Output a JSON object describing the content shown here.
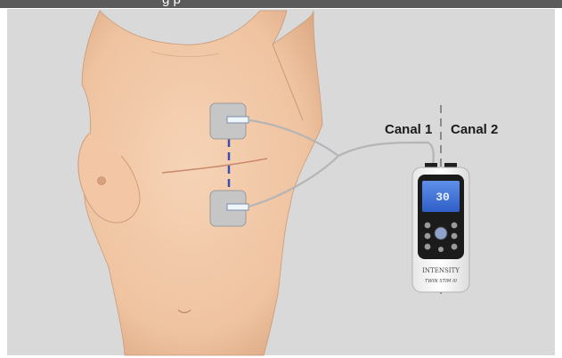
{
  "header": {
    "title_fragment": "g p"
  },
  "colors": {
    "header_bar": "#5b5b5b",
    "panel_background": "#d9d9d9",
    "skin": "#f1c7a4",
    "electrode_pad": "#c7c7c7",
    "electrode_link": "#3a4fb0",
    "lead_wire": "#b5b5b5",
    "device_screen": "#3a6fd8"
  },
  "labels": {
    "channel_1": "Canal 1",
    "channel_2": "Canal 2"
  },
  "device": {
    "display_reading": "30",
    "brand": "INTENSITY",
    "model": "TWIN STIM III"
  }
}
